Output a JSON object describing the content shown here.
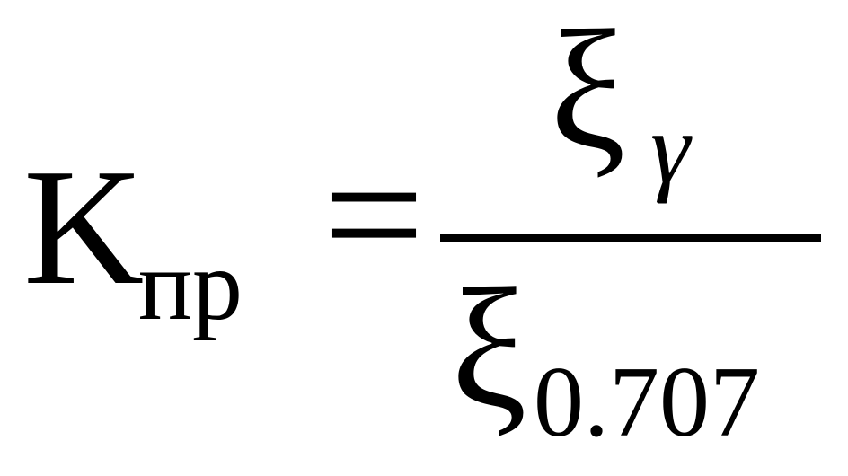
{
  "formula": {
    "lhs": {
      "symbol": "K",
      "subscript": "пр"
    },
    "operator": "=",
    "numerator": {
      "symbol": "ξ",
      "subscript": "γ"
    },
    "denominator": {
      "symbol": "ξ",
      "subscript": "0.707"
    }
  }
}
